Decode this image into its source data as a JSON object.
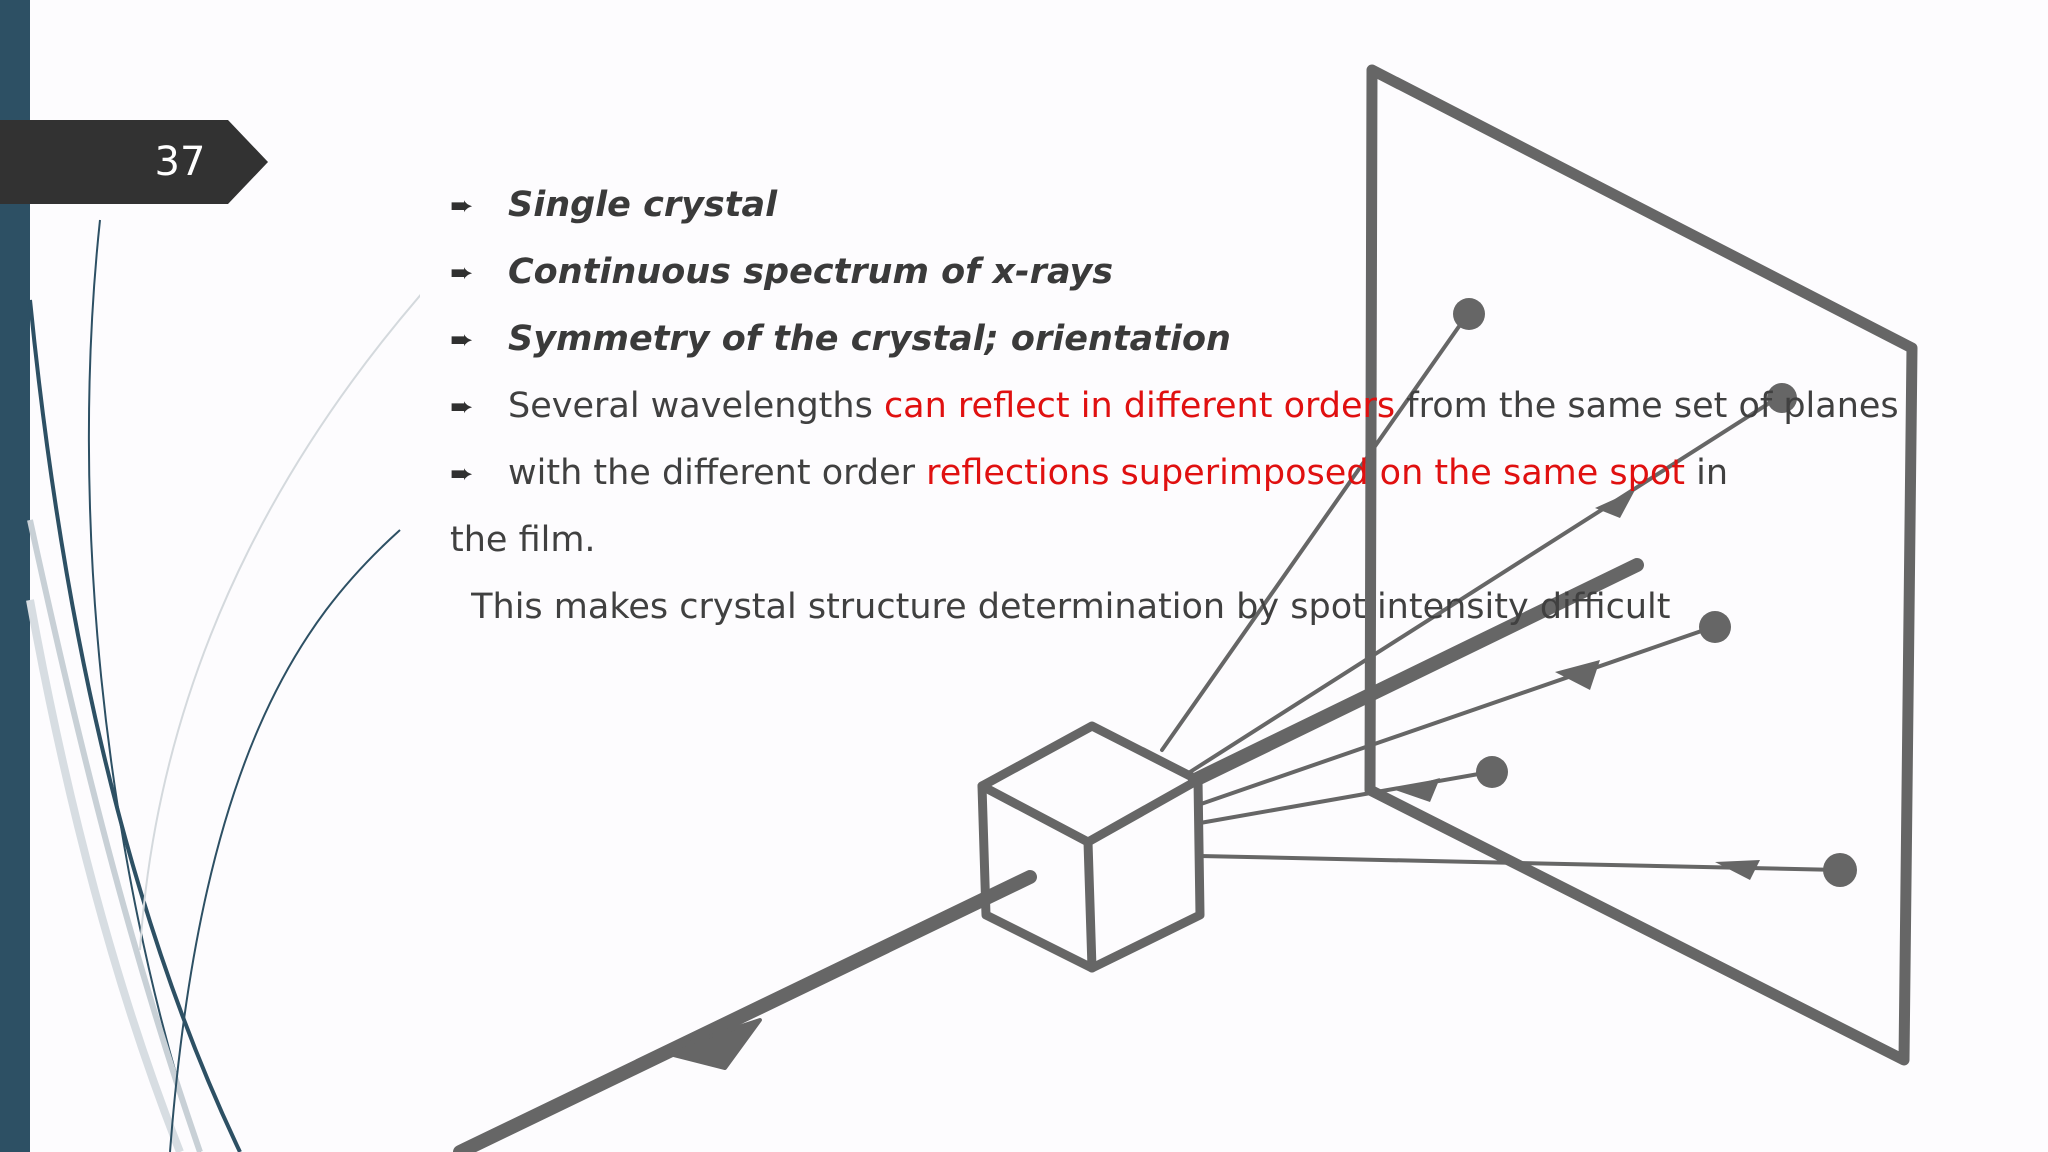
{
  "slide": {
    "number": "37"
  },
  "bullets": [
    {
      "text": "Single crystal",
      "style": "bold-italic"
    },
    {
      "text": "Continuous spectrum of x-rays",
      "style": "bold-italic"
    },
    {
      "text": "Symmetry of the crystal; orientation",
      "style": "bold-italic"
    },
    {
      "part1": "Several wavelengths ",
      "part2_red": "can reflect in different orders",
      "part3": " from the same set of planes"
    },
    {
      "part1": "with the different order ",
      "part2_red": "reflections superimposed on the same spot",
      "part3": " in"
    }
  ],
  "continuation": "the film.",
  "conclusion": " This makes crystal structure determination by spot intensity difficult",
  "colors": {
    "sidebar": "#2d5064",
    "tag": "#323232",
    "highlight": "#e01010",
    "text": "#404040",
    "diagram": "#666666"
  },
  "icons": {
    "bullet": "arrow-bullet-icon",
    "diagram": "laue-diffraction-diagram"
  }
}
